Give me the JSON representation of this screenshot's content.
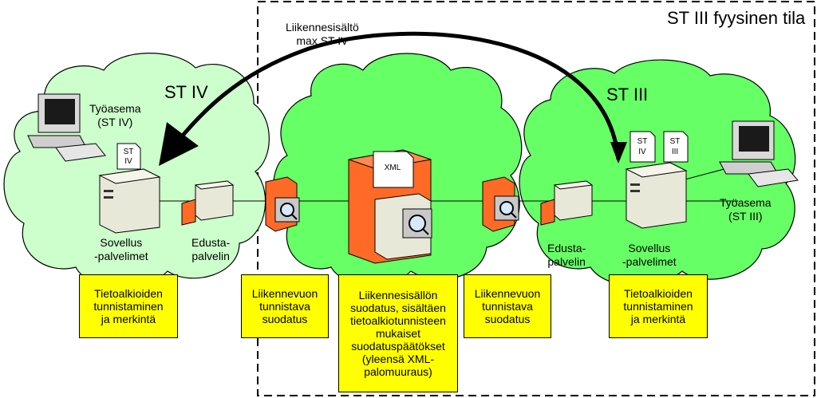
{
  "physical_space_title": "ST III fyysinen tila",
  "flow_arrow_label": "Liikennesisältö\nmax ST IV",
  "zones": {
    "left": {
      "title": "ST IV"
    },
    "right": {
      "title": "ST III"
    }
  },
  "workstation_left": {
    "label": "Työasema\n(ST IV)"
  },
  "workstation_right": {
    "label": "Työasema\n(ST III)"
  },
  "app_server_left": {
    "label": "Sovellus\n-palvelimet",
    "doc": [
      "ST",
      "IV"
    ]
  },
  "app_server_right": {
    "label": "Sovellus\n-palvelimet",
    "doc1": [
      "ST",
      "IV"
    ],
    "doc2": [
      "ST",
      "III"
    ]
  },
  "proxy_left": {
    "label": "Edusta-\npalvelin"
  },
  "proxy_right": {
    "label": "Edusta-\npalvelin"
  },
  "xml_firewall": {
    "doc": "XML"
  },
  "boxes": {
    "left_tagging": "Tietoalkioiden\ntunnistaminen\nja merkintä",
    "left_flow_filter": "Liikennevuon\ntunnistava\nsuodatus",
    "content_filter": "Liikennesisällön\nsuodatus, sisältäen\ntietoalkiotunnisteen\nmukaiset\nsuodatuspäätökset\n(yleensä XML-\npalomuuraus)",
    "right_flow_filter": "Liikennevuon\ntunnistava\nsuodatus",
    "right_tagging": "Tietoalkioiden\ntunnistaminen\nja merkintä"
  },
  "colors": {
    "cloud_left": "#ccffcc",
    "cloud_green": "#66ff66",
    "firewall_orange": "#ff6a26",
    "box_yellow": "#ffff00"
  }
}
